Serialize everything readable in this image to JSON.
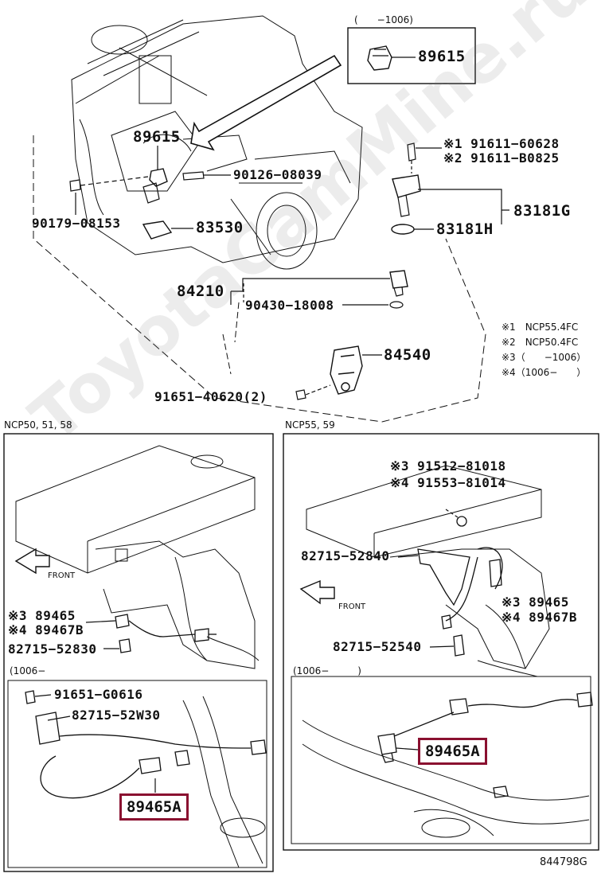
{
  "watermark": "ToyotaCamMine.ru",
  "top": {
    "inset_range": "(　　−1006)",
    "labels": {
      "p89615_inset": "89615",
      "p89615": "89615",
      "p90126": "90126−08039",
      "p90179": "90179−08153",
      "p83530": "83530",
      "p91611a": "※1 91611−60628",
      "p91611b": "※2 91611−B0825",
      "p83181g": "83181G",
      "p83181h": "83181H",
      "p84210": "84210",
      "p90430": "90430−18008",
      "p84540": "84540",
      "p91651": "91651−40620(2)"
    },
    "notes": [
      "※1　NCP55.4FC",
      "※2　NCP50.4FC",
      "※3（　　−1006）",
      "※4（1006−　　）"
    ]
  },
  "left_panel": {
    "caption": "NCP50, 51, 58",
    "front": "FRONT",
    "l89465": "※3 89465",
    "l89467b": "※4 89467B",
    "l82715": "82715−52830",
    "sub_range": "(1006−",
    "l91651": "91651−G0616",
    "l82715w": "82715−52W30",
    "highlight": "89465A"
  },
  "right_panel": {
    "caption": "NCP55, 59",
    "front": "FRONT",
    "l91512": "※3 91512−81018",
    "l91553": "※4 91553−81014",
    "l82715a": "82715−52840",
    "l89465": "※3 89465",
    "l89467b": "※4 89467B",
    "l82715b": "82715−52540",
    "sub_range": "(1006−　　　)",
    "highlight": "89465A"
  },
  "figure_id": "844798G",
  "colors": {
    "highlight_border": "#8a1030",
    "line": "#111111"
  }
}
